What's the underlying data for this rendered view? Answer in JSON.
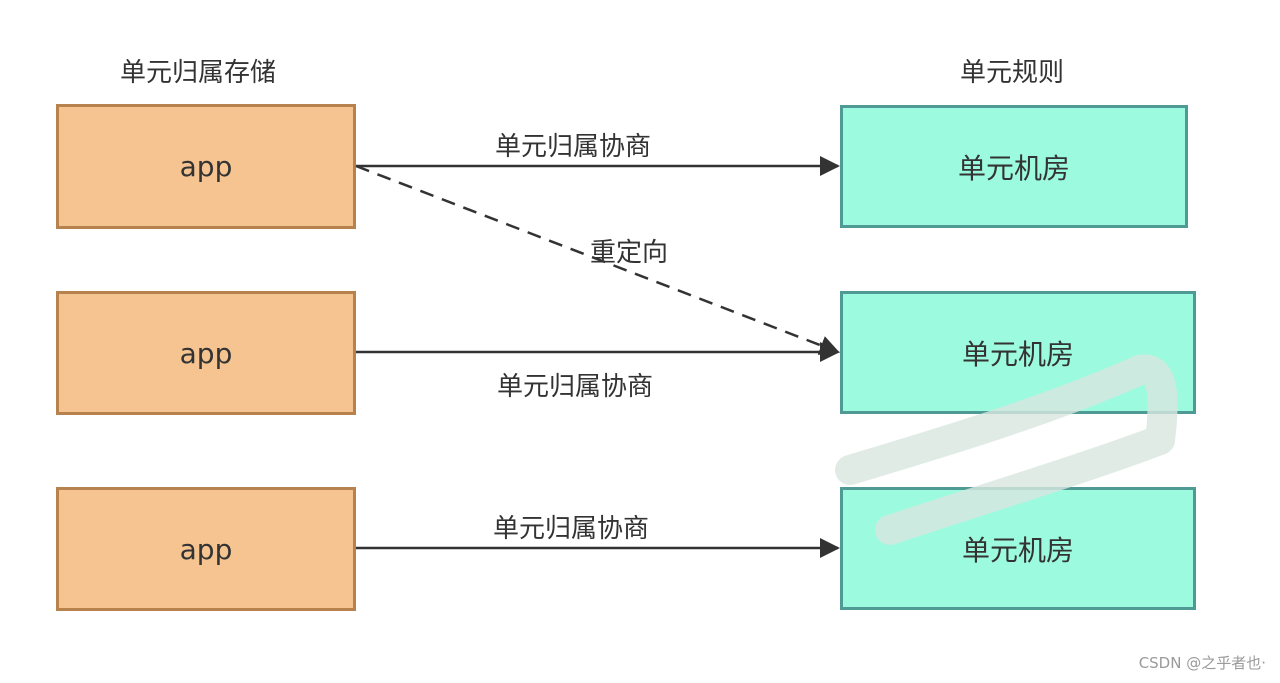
{
  "columns": {
    "left_header": "单元归属存储",
    "right_header": "单元规则"
  },
  "sources": [
    {
      "label": "app"
    },
    {
      "label": "app"
    },
    {
      "label": "app"
    }
  ],
  "targets": [
    {
      "label": "单元机房"
    },
    {
      "label": "单元机房"
    },
    {
      "label": "单元机房"
    }
  ],
  "edges": [
    {
      "from": 0,
      "to": 0,
      "label": "单元归属协商",
      "style": "solid"
    },
    {
      "from": 0,
      "to": 1,
      "label": "重定向",
      "style": "dashed"
    },
    {
      "from": 1,
      "to": 1,
      "label": "单元归属协商",
      "style": "solid"
    },
    {
      "from": 2,
      "to": 2,
      "label": "单元归属协商",
      "style": "solid"
    }
  ],
  "colors": {
    "source_fill": "#f6c490",
    "source_border": "#b8824e",
    "target_fill": "#9cfbde",
    "target_border": "#4f9a94",
    "edge": "#333333"
  },
  "watermark": "CSDN @之乎者也·"
}
